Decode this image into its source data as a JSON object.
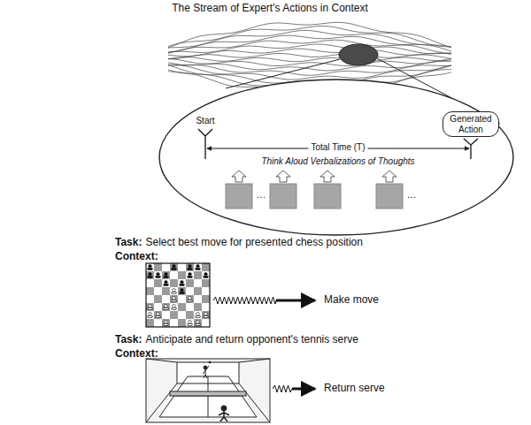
{
  "diagram": {
    "title": "The Stream of Expert's Actions in Context",
    "nodes": [
      {
        "text": [
          "Generated Action"
        ]
      }
    ],
    "labels": [
      "Start",
      "Total Time (T)",
      "Think Aloud Verbalizations of Thoughts",
      "…",
      "…",
      "Task:",
      "Select best move for presented chess position",
      "Context:",
      "Make move",
      "Task:",
      "Anticipate and return opponent's tennis serve",
      "Context:",
      "Return serve"
    ]
  }
}
